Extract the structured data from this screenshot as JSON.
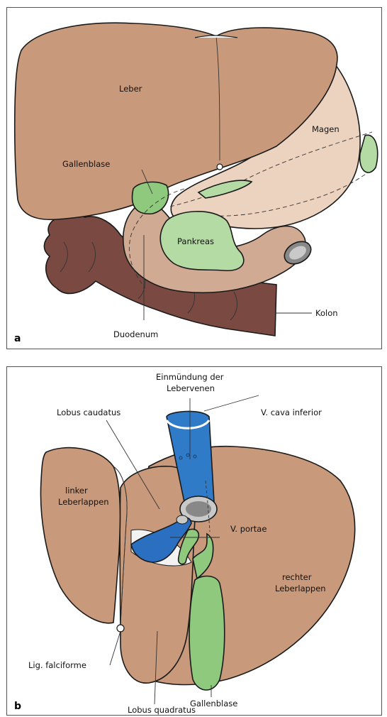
{
  "colors": {
    "liver": "#c8997a",
    "stomach": "#ecd3c0",
    "pancreas": "#b5dba5",
    "duodenum": "#d0aa92",
    "colon": "#7a4a42",
    "vein": "#2f7bc8",
    "portal": "#2a6fc0",
    "gall": "#8fc97e",
    "outline": "#1a1a1a"
  },
  "panel_a": {
    "letter": "a",
    "labels": {
      "leber": "Leber",
      "magen": "Magen",
      "gallenblase": "Gallenblase",
      "pankreas": "Pankreas",
      "kolon": "Kolon",
      "duodenum": "Duodenum"
    }
  },
  "panel_b": {
    "letter": "b",
    "labels": {
      "einmuendung_line1": "Einmündung der",
      "einmuendung_line2": "Lebervenen",
      "cava": "V. cava inferior",
      "caudatus": "Lobus caudatus",
      "linker_line1": "linker",
      "linker_line2": "Leberlappen",
      "portae": "V. portae",
      "rechter_line1": "rechter",
      "rechter_line2": "Leberlappen",
      "falciforme": "Lig. falciforme",
      "gallenblase": "Gallenblase",
      "quadratus": "Lobus quadratus"
    }
  }
}
